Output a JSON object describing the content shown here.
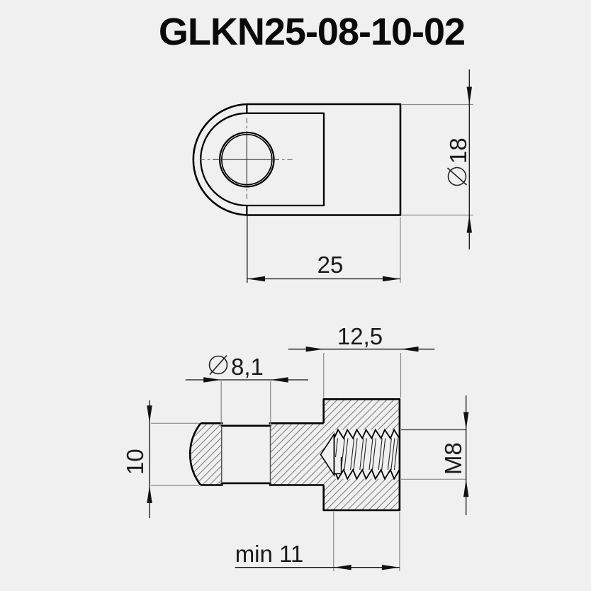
{
  "title": "GLKN25-08-10-02",
  "colors": {
    "background": "#f0f0f0",
    "outline": "#000000",
    "dimension_line": "#111111",
    "extension_line": "#8a8a8a",
    "hatch": "#7f7f7f"
  },
  "views": {
    "top_view": {
      "name": "eyelet top view",
      "dimensions": {
        "length": {
          "value": "25"
        },
        "outer_diameter": {
          "symbol": "⌀",
          "value": "18"
        }
      }
    },
    "section_view": {
      "name": "eyelet section side view",
      "dimensions": {
        "boss_length": {
          "value": "12,5"
        },
        "hole_diameter": {
          "symbol": "⌀",
          "value": "8,1"
        },
        "eye_thickness": {
          "value": "10"
        },
        "thread": {
          "value": "M8"
        },
        "thread_depth": {
          "value": "min 11"
        }
      }
    }
  }
}
